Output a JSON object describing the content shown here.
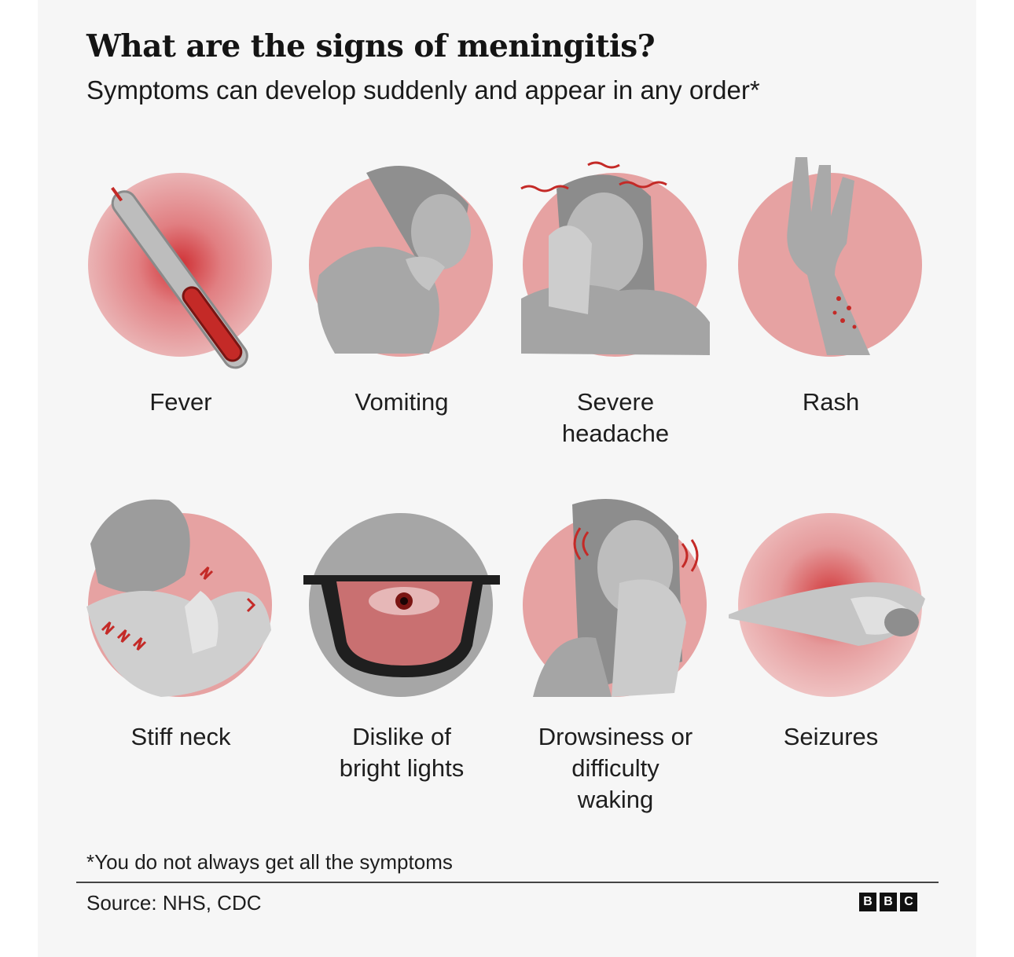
{
  "title": "What are the signs of meningitis?",
  "subtitle": "Symptoms can develop suddenly and appear in any order*",
  "symptoms": [
    {
      "label_lines": [
        "Fever"
      ],
      "icon": "thermometer-icon"
    },
    {
      "label_lines": [
        "Vomiting"
      ],
      "icon": "vomiting-person-icon"
    },
    {
      "label_lines": [
        "Severe",
        "headache"
      ],
      "icon": "headache-person-icon"
    },
    {
      "label_lines": [
        "Rash"
      ],
      "icon": "rash-arm-icon"
    },
    {
      "label_lines": [
        "Stiff neck"
      ],
      "icon": "stiff-neck-icon"
    },
    {
      "label_lines": [
        "Dislike of",
        "bright lights"
      ],
      "icon": "sunglasses-eye-icon"
    },
    {
      "label_lines": [
        "Drowsiness or",
        "difficulty",
        "waking"
      ],
      "icon": "drowsy-person-icon"
    },
    {
      "label_lines": [
        "Seizures"
      ],
      "icon": "seizure-person-icon"
    }
  ],
  "footnote": "*You do not always get all the symptoms",
  "source": "Source: NHS, CDC",
  "logo_letters": [
    "B",
    "B",
    "C"
  ],
  "colors": {
    "accent_red": "#c42a27",
    "circle_pink": "#e6a2a2",
    "figure_gray": "#9a9a9a",
    "background": "#f6f6f6"
  }
}
